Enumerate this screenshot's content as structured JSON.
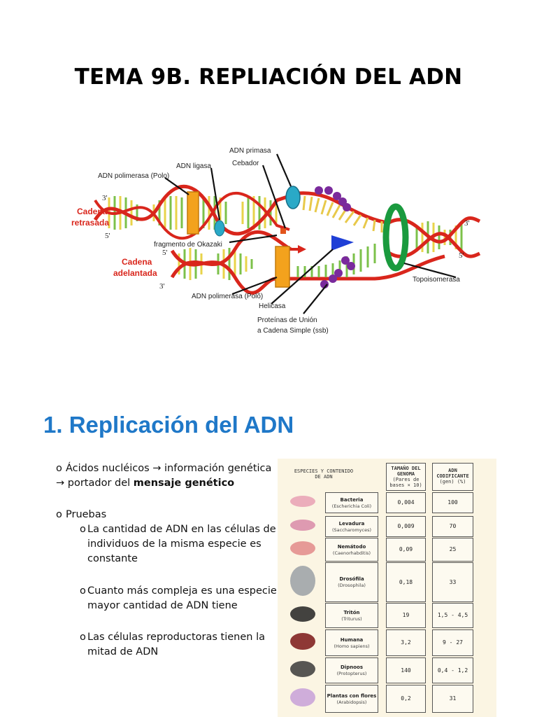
{
  "title": "TEMA 9B. REPLIACIÓN DEL ADN",
  "diagram": {
    "labels": {
      "primasa": "ADN primasa",
      "cebador": "Cebador",
      "ligasa": "ADN ligasa",
      "polimerasa_top": "ADN polimerasa (Polo)",
      "okazaki": "fragmento de Okazaki",
      "polimerasa_bottom": "ADN polimerasa (Polõ)",
      "helicasa": "Helicasa",
      "ssb_1": "Proteínas de Unión",
      "ssb_2": "a Cadena Simple (ssb)",
      "topoisomerasa": "Topoisomerasa",
      "retrasada_1": "Cadena",
      "retrasada_2": "retrasada",
      "adelantada_1": "Cadena",
      "adelantada_2": "adelantada"
    },
    "primes": {
      "p3_top_left": "3'",
      "p5_top_left": "5'",
      "p5_bottom_left": "5'",
      "p3_bottom_left": "3'",
      "p3_right": "3'",
      "p5_right": "5'"
    }
  },
  "section": {
    "heading": "1. Replicación del ADN",
    "bullet_marker": "o",
    "sub_marker": "o",
    "item1_line1": "Ácidos nucléicos → información genética",
    "item1_line2_pre": "→ portador del ",
    "item1_line2_bold": "mensaje genético",
    "item2": "Pruebas",
    "sub1_line1": "La cantidad de ADN en las células de",
    "sub1_line2": "individuos de la misma especie es",
    "sub1_line3": "constante",
    "sub2_line1": "Cuanto más compleja es una especie",
    "sub2_line2": "mayor cantidad de ADN tiene",
    "sub3_line1": "Las células reproductoras tienen la",
    "sub3_line2": "mitad de ADN"
  },
  "table": {
    "header_species_1": "ESPECIES Y CONTENIDO",
    "header_species_2": "DE ADN",
    "header_size_1": "TAMAÑO DEL",
    "header_size_2": "GENOMA",
    "header_size_3": "(Pares de",
    "header_size_4": "bases × 10)",
    "header_coding_1": "ADN",
    "header_coding_2": "CODIFICANTE",
    "header_coding_3": "(gen) (%)",
    "rows": [
      {
        "name": "Bacteria",
        "sci": "(Escherichia Coli)",
        "size": "0,004",
        "coding": "100"
      },
      {
        "name": "Levadura",
        "sci": "(Saccharomyces)",
        "size": "0,009",
        "coding": "70"
      },
      {
        "name": "Nemátodo",
        "sci": "(Caenorhabditis)",
        "size": "0,09",
        "coding": "25"
      },
      {
        "name": "Drosófila",
        "sci": "(Drosophila)",
        "size": "0,18",
        "coding": "33"
      },
      {
        "name": "Tritón",
        "sci": "(Triturus)",
        "size": "19",
        "coding": "1,5 - 4,5"
      },
      {
        "name": "Humana",
        "sci": "(Homo sapiens)",
        "size": "3,2",
        "coding": "9 - 27"
      },
      {
        "name": "Dipnoos",
        "sci": "(Protopterus)",
        "size": "140",
        "coding": "0,4 - 1,2"
      },
      {
        "name": "Plantas con flores",
        "sci": "(Arabidopsis)",
        "size": "0,2",
        "coding": "31"
      }
    ]
  }
}
